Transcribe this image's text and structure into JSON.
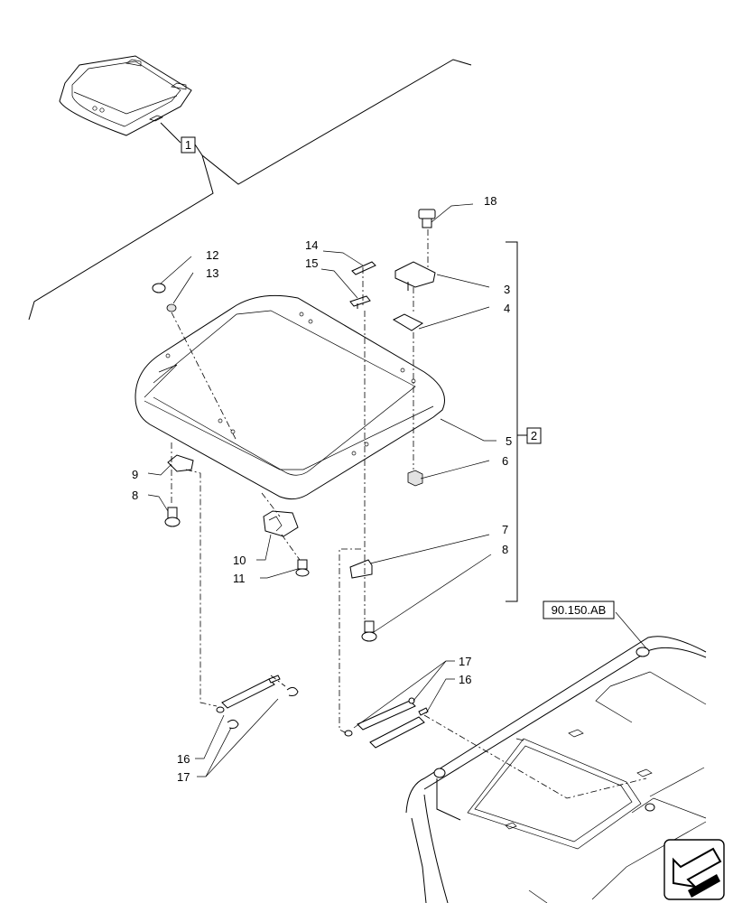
{
  "callouts": {
    "c1": "1",
    "c2": "2",
    "c3": "3",
    "c4": "4",
    "c5": "5",
    "c6": "6",
    "c7": "7",
    "c8a": "8",
    "c8b": "8",
    "c9": "9",
    "c10": "10",
    "c11": "11",
    "c12": "12",
    "c13": "13",
    "c14": "14",
    "c15": "15",
    "c16a": "16",
    "c16b": "16",
    "c17a": "17",
    "c17b": "17",
    "c18": "18"
  },
  "reference": "90.150.AB",
  "nav_icon": "next-page-arrow-icon"
}
